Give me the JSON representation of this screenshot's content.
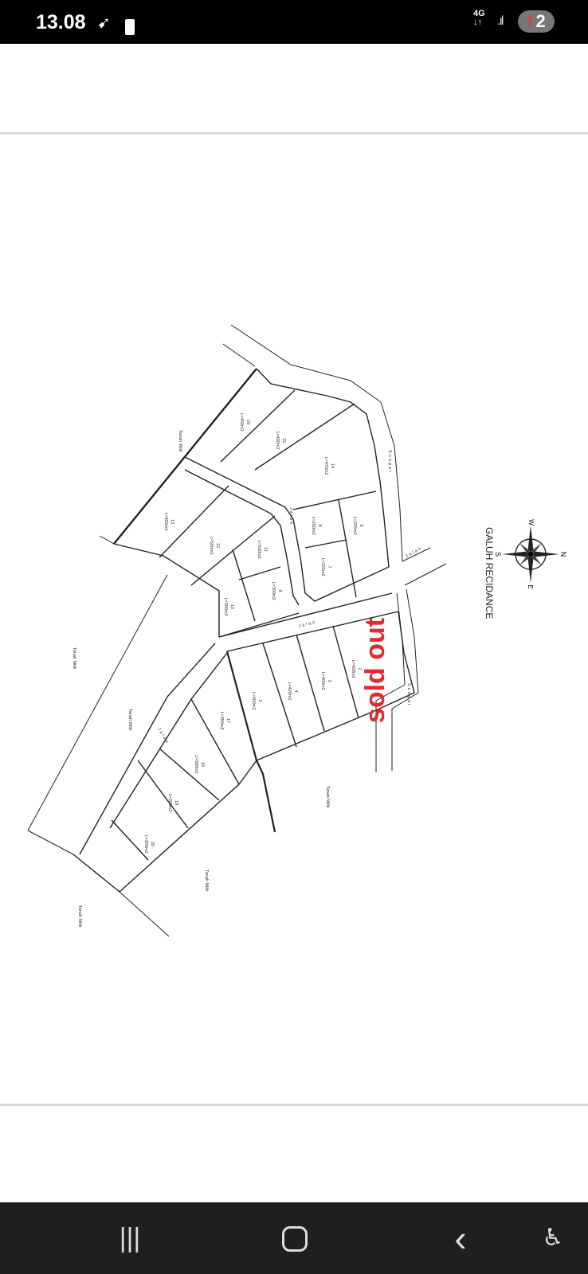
{
  "status_bar": {
    "time": "13.08",
    "network": "4G",
    "notification_count": "2",
    "alert_mark": "!"
  },
  "plan": {
    "title": "GALUH RECIDANCE",
    "compass": {
      "n": "N",
      "s": "S",
      "e": "E",
      "w": "W"
    },
    "sold_out": "sold out",
    "sold_out_color": "#e8262d",
    "road_label": "Jalan",
    "river_label": "Sungai",
    "land_label": "Tanah Milik",
    "lots": [
      {
        "no": "2",
        "area": "L=400m2"
      },
      {
        "no": "3",
        "area": "L=400m2"
      },
      {
        "no": "4",
        "area": "L=420m2"
      },
      {
        "no": "5",
        "area": "L=400m2"
      },
      {
        "no": "6",
        "area": "L=225m2"
      },
      {
        "no": "7",
        "area": "L=225m2"
      },
      {
        "no": "8",
        "area": "L=200m2"
      },
      {
        "no": "9",
        "area": "L=300m2"
      },
      {
        "no": "10",
        "area": "L=300m2"
      },
      {
        "no": "11",
        "area": "L=530m2"
      },
      {
        "no": "12",
        "area": "L=500m2"
      },
      {
        "no": "13",
        "area": "L=650m2"
      },
      {
        "no": "14",
        "area": "L=475m2"
      },
      {
        "no": "15",
        "area": "L=400m2"
      },
      {
        "no": "16",
        "area": "L=450m2"
      },
      {
        "no": "17",
        "area": "L=350m2"
      },
      {
        "no": "18",
        "area": "L=300m2"
      },
      {
        "no": "19",
        "area": "L=300m2"
      },
      {
        "no": "20",
        "area": "L=300m2"
      }
    ]
  },
  "nav": {
    "recents": "|||",
    "home": "○",
    "back": "‹",
    "accessibility": "accessibility"
  }
}
